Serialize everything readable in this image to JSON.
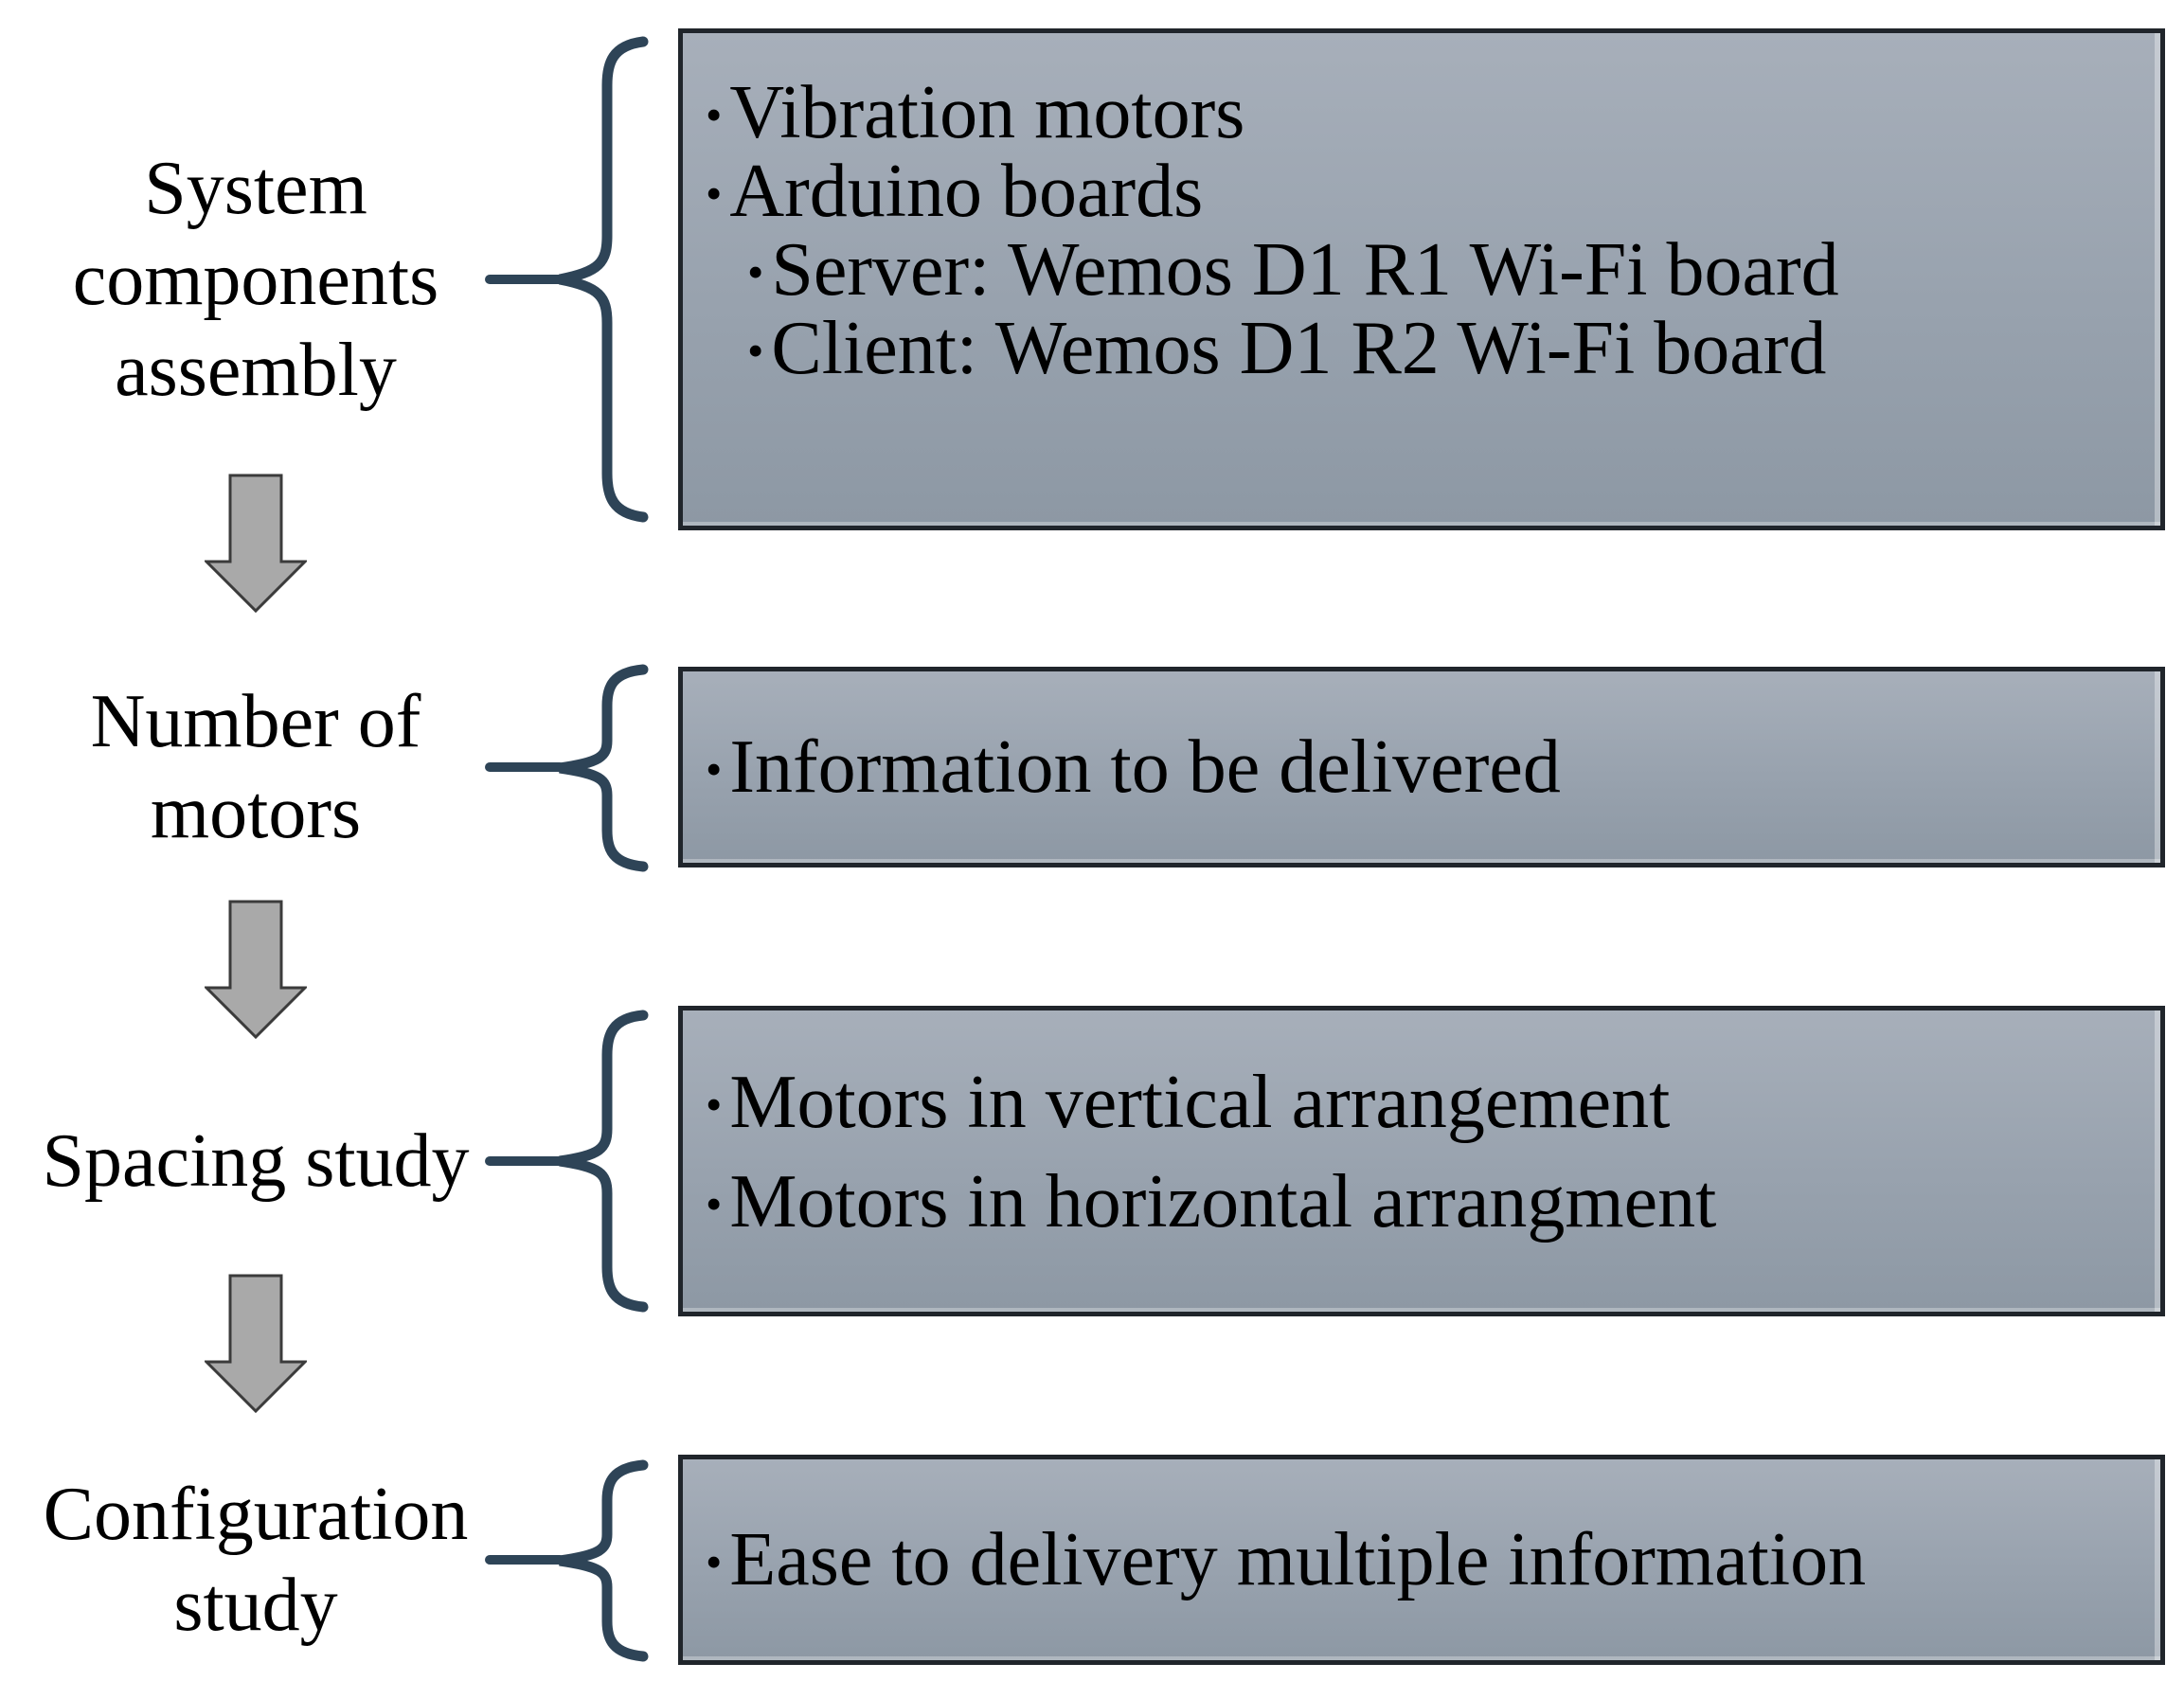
{
  "diagram": {
    "bullet_char": "•",
    "stages": [
      {
        "label": "System components assembly",
        "label_lines": [
          "System",
          "components",
          "assembly"
        ],
        "items": [
          {
            "level": 1,
            "text": "Vibration motors"
          },
          {
            "level": 1,
            "text": "Arduino boards"
          },
          {
            "level": 2,
            "text": "Server: Wemos D1 R1 Wi-Fi board"
          },
          {
            "level": 2,
            "text": "Client: Wemos D1 R2 Wi-Fi board"
          }
        ]
      },
      {
        "label": "Number of motors",
        "label_lines": [
          "Number of",
          "motors"
        ],
        "items": [
          {
            "level": 1,
            "text": "Information to be delivered"
          }
        ]
      },
      {
        "label": "Spacing study",
        "label_lines": [
          "Spacing study"
        ],
        "items": [
          {
            "level": 1,
            "text": "Motors in vertical arrangement"
          },
          {
            "level": 1,
            "text": "Motors in horizontal arrangment"
          }
        ]
      },
      {
        "label": "Configuration study",
        "label_lines": [
          "Configuration",
          "study"
        ],
        "items": [
          {
            "level": 1,
            "text": "Ease to delivery multiple information"
          }
        ]
      }
    ],
    "icons": [
      "down-arrow",
      "left-curly-brace",
      "bullet"
    ],
    "colors": {
      "background": "#ffffff",
      "box_fill_top": "#a7afba",
      "box_fill_mid": "#98a2ae",
      "box_fill_bottom": "#8d98a4",
      "box_border": "#20252b",
      "brace": "#2e4457",
      "arrow_fill": "#a9a9a9",
      "arrow_border": "#3b3b3b",
      "text": "#000000"
    }
  }
}
